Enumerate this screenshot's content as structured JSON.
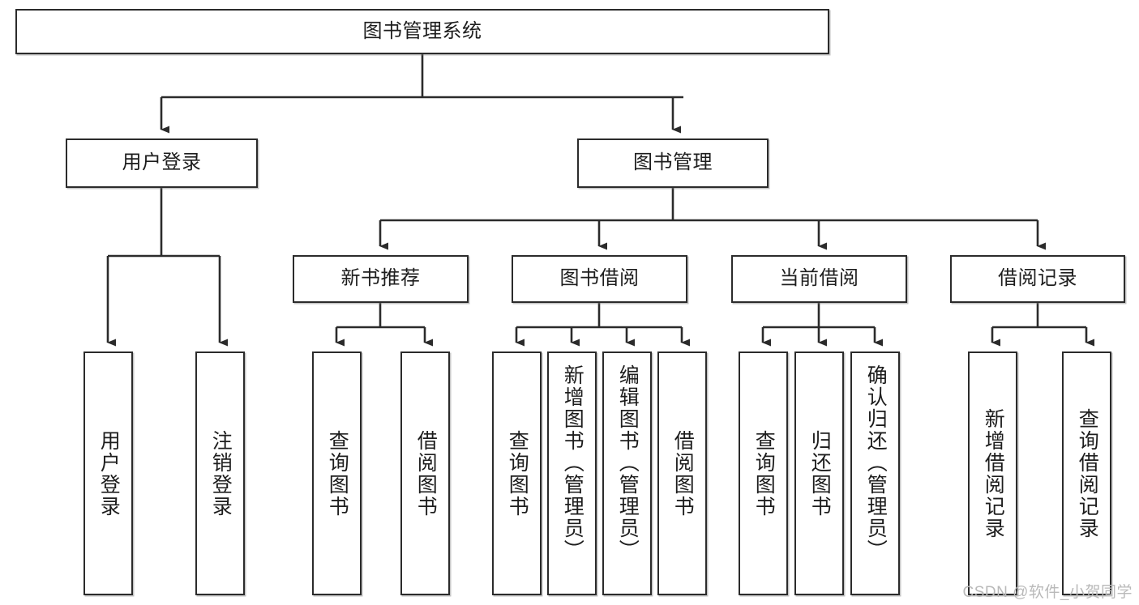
{
  "diagram": {
    "title": "图书管理系统",
    "type": "hierarchy-tree",
    "watermark": "CSDN @软件_小贺同学",
    "colors": {
      "box_border": "#2b2b2b",
      "box_fill": "#ffffff",
      "connector": "#2b2b2b",
      "text": "#1d1d1d",
      "watermark": "#b9b9b9"
    },
    "levels": {
      "root": {
        "label": "图书管理系统",
        "orientation": "horizontal"
      },
      "level2": [
        {
          "label": "用户登录",
          "orientation": "horizontal"
        },
        {
          "label": "图书管理",
          "orientation": "horizontal"
        }
      ],
      "level3": [
        {
          "label": "新书推荐",
          "orientation": "horizontal",
          "parent": "图书管理"
        },
        {
          "label": "图书借阅",
          "orientation": "horizontal",
          "parent": "图书管理"
        },
        {
          "label": "当前借阅",
          "orientation": "horizontal",
          "parent": "图书管理"
        },
        {
          "label": "借阅记录",
          "orientation": "horizontal",
          "parent": "图书管理"
        }
      ],
      "leaves": [
        {
          "label": "用户登录",
          "orientation": "vertical",
          "parent": "用户登录"
        },
        {
          "label": "注销登录",
          "orientation": "vertical",
          "parent": "用户登录"
        },
        {
          "label": "查询图书",
          "orientation": "vertical",
          "parent": "新书推荐"
        },
        {
          "label": "借阅图书",
          "orientation": "vertical",
          "parent": "新书推荐"
        },
        {
          "label": "查询图书",
          "orientation": "vertical",
          "parent": "图书借阅"
        },
        {
          "label": "新增图书（管理员）",
          "orientation": "vertical",
          "parent": "图书借阅"
        },
        {
          "label": "编辑图书（管理员）",
          "orientation": "vertical",
          "parent": "图书借阅"
        },
        {
          "label": "借阅图书",
          "orientation": "vertical",
          "parent": "图书借阅"
        },
        {
          "label": "查询图书",
          "orientation": "vertical",
          "parent": "当前借阅"
        },
        {
          "label": "归还图书",
          "orientation": "vertical",
          "parent": "当前借阅"
        },
        {
          "label": "确认归还（管理员）",
          "orientation": "vertical",
          "parent": "当前借阅"
        },
        {
          "label": "新增借阅记录",
          "orientation": "vertical",
          "parent": "借阅记录"
        },
        {
          "label": "查询借阅记录",
          "orientation": "vertical",
          "parent": "借阅记录"
        }
      ]
    }
  }
}
